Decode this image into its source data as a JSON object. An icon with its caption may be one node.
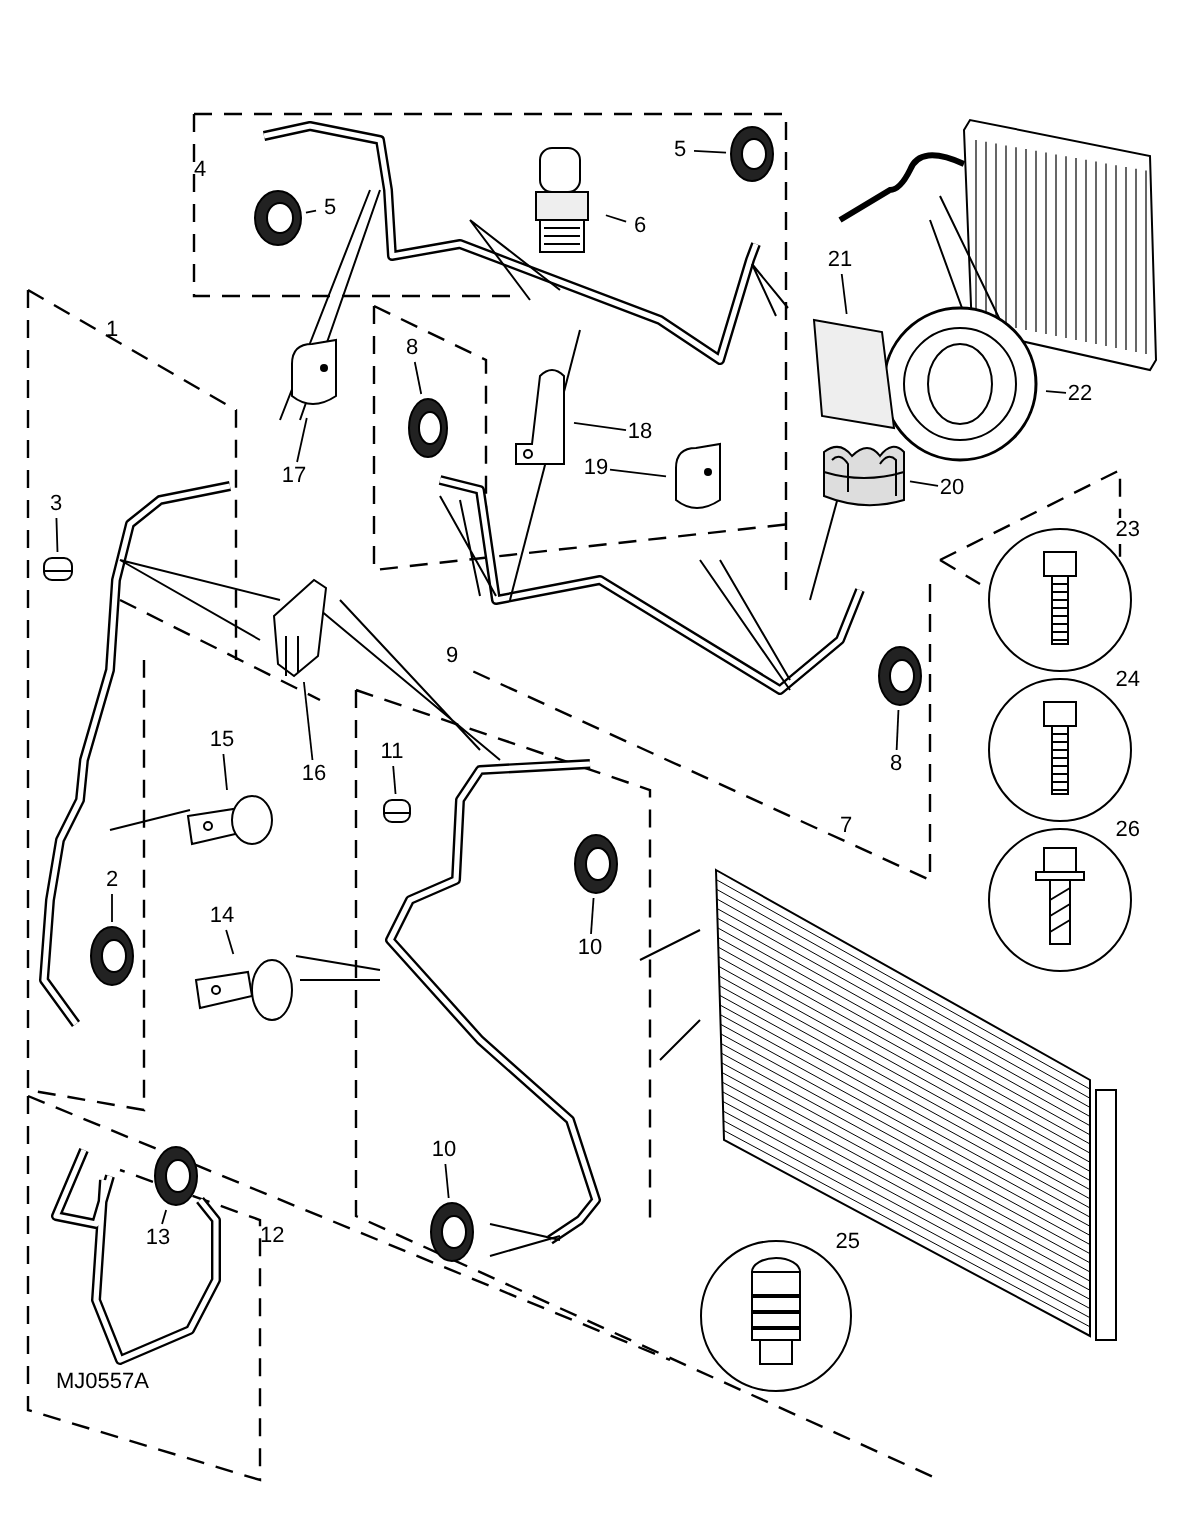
{
  "diagram": {
    "nodes": [
      {
        "text": [
          "5"
        ]
      },
      {
        "text": [],
        "shape": "picture"
      },
      {
        "text": [
          "6"
        ]
      },
      {
        "text": [],
        "shape": "picture"
      },
      {
        "text": [
          "5"
        ]
      },
      {
        "text": [],
        "shape": "picture"
      },
      {
        "text": [
          "22"
        ]
      },
      {
        "text": [],
        "shape": "picture"
      },
      {
        "text": [
          "21"
        ]
      },
      {
        "text": [],
        "shape": "picture"
      },
      {
        "text": [
          "8"
        ]
      },
      {
        "text": [],
        "shape": "picture"
      },
      {
        "text": [
          "17"
        ]
      },
      {
        "text": [],
        "shape": "picture"
      },
      {
        "text": [
          "18"
        ]
      },
      {
        "text": [],
        "shape": "picture"
      },
      {
        "text": [
          "19"
        ]
      },
      {
        "text": [],
        "shape": "picture"
      },
      {
        "text": [
          "20"
        ]
      },
      {
        "text": [],
        "shape": "picture"
      },
      {
        "text": [
          "23"
        ]
      },
      {
        "text": [
          "3"
        ]
      },
      {
        "text": [],
        "shape": "picture"
      },
      {
        "text": [
          "24"
        ]
      },
      {
        "text": [
          "8"
        ]
      },
      {
        "text": [],
        "shape": "picture"
      },
      {
        "text": [
          "16"
        ]
      },
      {
        "text": [],
        "shape": "picture"
      },
      {
        "text": [
          "15"
        ]
      },
      {
        "text": [],
        "shape": "picture"
      },
      {
        "text": [
          "11"
        ]
      },
      {
        "text": [],
        "shape": "picture"
      },
      {
        "text": [
          "10"
        ]
      },
      {
        "text": [],
        "shape": "picture"
      },
      {
        "text": [
          "2"
        ]
      },
      {
        "text": [],
        "shape": "picture"
      },
      {
        "text": [
          "26"
        ]
      },
      {
        "text": [
          "14"
        ]
      },
      {
        "text": [],
        "shape": "picture"
      },
      {
        "text": [
          "25"
        ]
      },
      {
        "text": [
          "10"
        ]
      },
      {
        "text": [],
        "shape": "picture"
      },
      {
        "text": [
          "13"
        ]
      },
      {
        "text": [],
        "shape": "picture"
      }
    ],
    "edges": [
      {
        "from": 0,
        "to": 1,
        "arrow": "none"
      },
      {
        "from": 2,
        "to": 3,
        "arrow": "none"
      },
      {
        "from": 4,
        "to": 5,
        "arrow": "none"
      },
      {
        "from": 6,
        "to": 7,
        "arrow": "none"
      },
      {
        "from": 8,
        "to": 9,
        "arrow": "none"
      },
      {
        "from": 10,
        "to": 11,
        "arrow": "none"
      },
      {
        "from": 12,
        "to": 13,
        "arrow": "none"
      },
      {
        "from": 14,
        "to": 15,
        "arrow": "none"
      },
      {
        "from": 16,
        "to": 17,
        "arrow": "none"
      },
      {
        "from": 18,
        "to": 19,
        "arrow": "none"
      },
      {
        "from": 21,
        "to": 22,
        "arrow": "none"
      },
      {
        "from": 24,
        "to": 25,
        "arrow": "none"
      },
      {
        "from": 26,
        "to": 27,
        "arrow": "none"
      },
      {
        "from": 28,
        "to": 29,
        "arrow": "none"
      },
      {
        "from": 30,
        "to": 31,
        "arrow": "none"
      },
      {
        "from": 32,
        "to": 33,
        "arrow": "none"
      },
      {
        "from": 34,
        "to": 35,
        "arrow": "none"
      },
      {
        "from": 37,
        "to": 38,
        "arrow": "none"
      },
      {
        "from": 40,
        "to": 41,
        "arrow": "none"
      },
      {
        "from": 42,
        "to": 43,
        "arrow": "none"
      }
    ],
    "labels": [
      "4",
      "1",
      "9",
      "7",
      "12",
      "MJ0557A"
    ]
  }
}
